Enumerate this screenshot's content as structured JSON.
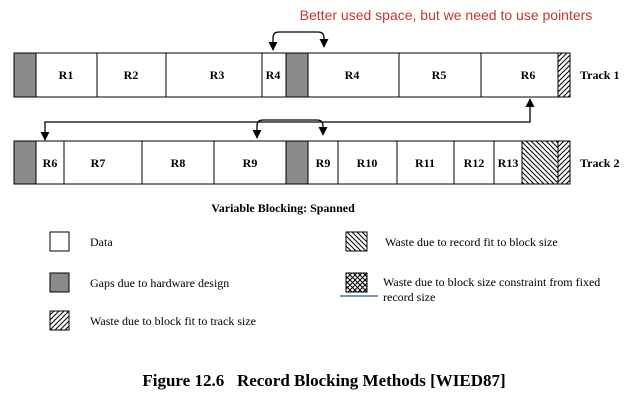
{
  "annotation": "Better used space, but we need to use pointers",
  "tracks": [
    {
      "label": "Track 1",
      "cells": [
        "",
        "R1",
        "R2",
        "R3",
        "R4",
        "",
        "R4",
        "R5",
        "R6",
        ""
      ]
    },
    {
      "label": "Track 2",
      "cells": [
        "",
        "R6",
        "R7",
        "R8",
        "R9",
        "",
        "R9",
        "R10",
        "R11",
        "R12",
        "R13",
        "",
        ""
      ]
    }
  ],
  "subtitle": "Variable Blocking: Spanned",
  "legend": [
    {
      "key": "data",
      "label": "Data"
    },
    {
      "key": "gap",
      "label": "Gaps due to hardware design"
    },
    {
      "key": "waste-track",
      "label": "Waste due to block fit to track size"
    },
    {
      "key": "waste-record",
      "label": "Waste due to record fit to block size"
    },
    {
      "key": "waste-constraint",
      "label": "Waste due to block size constraint from fixed record size"
    }
  ],
  "figure_caption": "Figure 12.6   Record Blocking Methods [WIED87]",
  "colors": {
    "annotation": "#c0392b",
    "gap": "#8a8a8a",
    "border": "#000000",
    "underline": "#4a6fa5"
  }
}
